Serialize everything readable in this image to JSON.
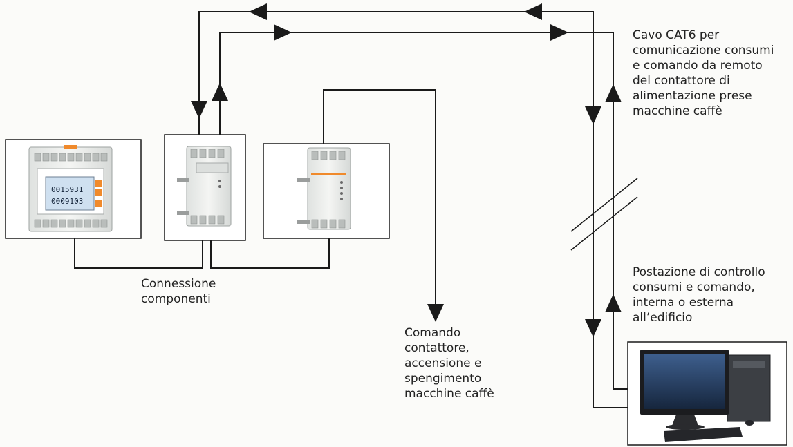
{
  "labels": {
    "cable": "Cavo CAT6 per\ncomunicazione consumi\ne comando da remoto\ndel contattore di\nalimentazione prese\nmacchine caffè",
    "connection": "Connessione\ncomponenti",
    "command": "Comando\ncontattore,\naccensione e\nspengimento\nmacchine caffè",
    "station": "Postazione di controllo\nconsumi e comando,\ninterna o esterna\nall’edificio"
  },
  "meter": {
    "line1": "0015931",
    "line2": "0009103"
  },
  "colors": {
    "line": "#1a1a1a",
    "device": "#e9ebe9",
    "accent": "#f08a2c",
    "lcd": "#cfe0f0"
  }
}
